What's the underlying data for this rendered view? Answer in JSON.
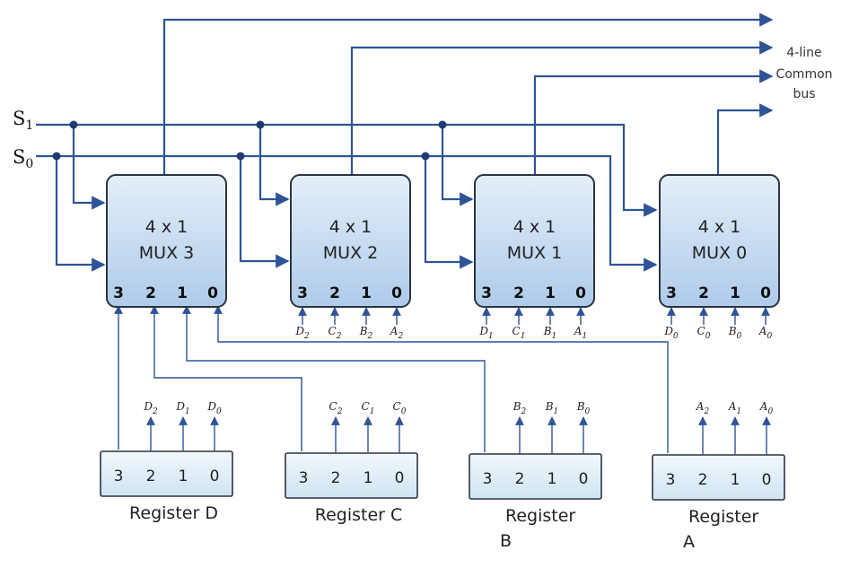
{
  "selects": [
    {
      "letter": "S",
      "sub": "1"
    },
    {
      "letter": "S",
      "sub": "0"
    }
  ],
  "bus_label": [
    "4-line",
    "Common",
    "bus"
  ],
  "muxes": [
    {
      "type": "4 x 1",
      "name": "MUX 3",
      "ports": [
        "3",
        "2",
        "1",
        "0"
      ],
      "inputs": []
    },
    {
      "type": "4 x 1",
      "name": "MUX 2",
      "ports": [
        "3",
        "2",
        "1",
        "0"
      ],
      "inputs": [
        {
          "l": "D",
          "s": "2"
        },
        {
          "l": "C",
          "s": "2"
        },
        {
          "l": "B",
          "s": "2"
        },
        {
          "l": "A",
          "s": "2"
        }
      ]
    },
    {
      "type": "4 x 1",
      "name": "MUX 1",
      "ports": [
        "3",
        "2",
        "1",
        "0"
      ],
      "inputs": [
        {
          "l": "D",
          "s": "1"
        },
        {
          "l": "C",
          "s": "1"
        },
        {
          "l": "B",
          "s": "1"
        },
        {
          "l": "A",
          "s": "1"
        }
      ]
    },
    {
      "type": "4 x 1",
      "name": "MUX 0",
      "ports": [
        "3",
        "2",
        "1",
        "0"
      ],
      "inputs": [
        {
          "l": "D",
          "s": "0"
        },
        {
          "l": "C",
          "s": "0"
        },
        {
          "l": "B",
          "s": "0"
        },
        {
          "l": "A",
          "s": "0"
        }
      ]
    }
  ],
  "registers": [
    {
      "label": [
        "Register D"
      ],
      "ports": [
        "3",
        "2",
        "1",
        "0"
      ],
      "outputs": [
        {
          "l": "D",
          "s": "2"
        },
        {
          "l": "D",
          "s": "1"
        },
        {
          "l": "D",
          "s": "0"
        }
      ]
    },
    {
      "label": [
        "Register C"
      ],
      "ports": [
        "3",
        "2",
        "1",
        "0"
      ],
      "outputs": [
        {
          "l": "C",
          "s": "2"
        },
        {
          "l": "C",
          "s": "1"
        },
        {
          "l": "C",
          "s": "0"
        }
      ]
    },
    {
      "label": [
        "Register",
        "B"
      ],
      "ports": [
        "3",
        "2",
        "1",
        "0"
      ],
      "outputs": [
        {
          "l": "B",
          "s": "2"
        },
        {
          "l": "B",
          "s": "1"
        },
        {
          "l": "B",
          "s": "0"
        }
      ]
    },
    {
      "label": [
        "Register",
        "A"
      ],
      "ports": [
        "3",
        "2",
        "1",
        "0"
      ],
      "outputs": [
        {
          "l": "A",
          "s": "2"
        },
        {
          "l": "A",
          "s": "1"
        },
        {
          "l": "A",
          "s": "0"
        }
      ]
    }
  ],
  "colors": {
    "wire": "#2f5496",
    "mux_fill_top": "#dbe9f7",
    "mux_fill_bottom": "#b3cfeb",
    "register_fill": "#e3f0f8"
  }
}
